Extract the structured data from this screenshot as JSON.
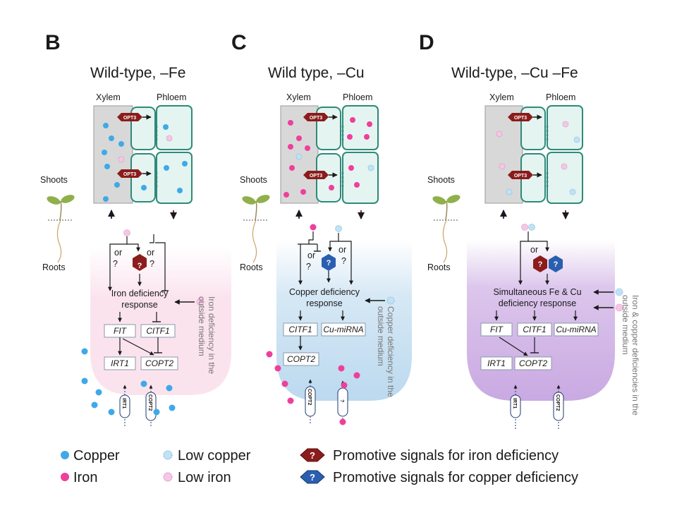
{
  "panels": [
    {
      "letter": "B",
      "title": "Wild-type, –Fe",
      "xylem": "Xylem",
      "phloem": "Phloem",
      "shoots": "Shoots",
      "roots": "Roots",
      "opt3": "OPT3",
      "or": "or",
      "q": "?",
      "response": [
        "Iron deficiency",
        "response"
      ],
      "genes_row1": [
        "FIT",
        "CITF1"
      ],
      "genes_row2": [
        "IRT1",
        "COPT2"
      ],
      "transporters": [
        "IRT1",
        "COPT2"
      ],
      "side_text": [
        "Iron deficiency in the",
        "outside medium"
      ]
    },
    {
      "letter": "C",
      "title": "Wild type, –Cu",
      "xylem": "Xylem",
      "phloem": "Phloem",
      "shoots": "Shoots",
      "roots": "Roots",
      "opt3": "OPT3",
      "or": "or",
      "q": "?",
      "response": [
        "Copper deficiency",
        "response"
      ],
      "genes_row1": [
        "CITF1",
        "Cu-miRNA"
      ],
      "genes_row2": [
        "COPT2"
      ],
      "transporters": [
        "COPT2",
        "?"
      ],
      "side_text": [
        "Copper deficiency in the",
        "outside medium"
      ]
    },
    {
      "letter": "D",
      "title": "Wild-type, –Cu –Fe",
      "xylem": "Xylem",
      "phloem": "Phloem",
      "shoots": "Shoots",
      "roots": "Roots",
      "opt3": "OPT3",
      "or": "or",
      "q": "?",
      "response": [
        "Simultaneous Fe & Cu",
        "deficiency response"
      ],
      "genes_row1": [
        "FIT",
        "CITF1",
        "Cu-miRNA"
      ],
      "genes_row2": [
        "IRT1",
        "COPT2"
      ],
      "transporters": [
        "IRT1",
        "COPT2"
      ],
      "side_text": [
        "Iron & copper deficiencies in the",
        "outside medium"
      ]
    }
  ],
  "legend": {
    "copper": "Copper",
    "iron": "Iron",
    "low_copper": "Low copper",
    "low_iron": "Low iron",
    "promo_iron": "Promotive signals for iron deficiency",
    "promo_copper": "Promotive signals for copper deficiency",
    "q": "?"
  },
  "colors": {
    "copper": "#3fa9e8",
    "iron": "#ee3f9c",
    "low_copper": "#bfe2f5",
    "low_iron": "#f7c6e6",
    "iron_signal": "#8b1c1c",
    "copper_signal": "#2a5fb0",
    "vessel": "#2e8a78",
    "vessel_fill": "#e4f4f1",
    "xylem_fill": "#d8d8d8",
    "root_B": "#fbe3ee",
    "root_C": "#cfe3f3",
    "root_D": "#d2b6e6"
  }
}
